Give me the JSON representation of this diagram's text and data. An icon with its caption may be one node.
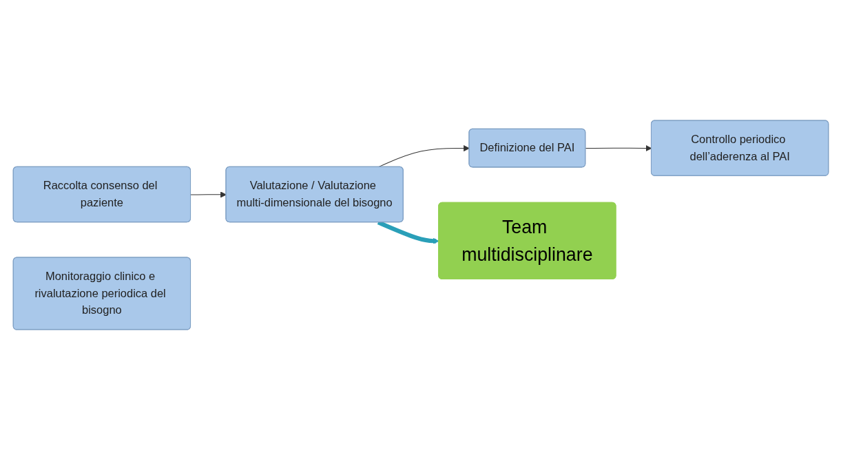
{
  "diagram": {
    "nodes": [
      {
        "text": [
          "Raccolta consenso del paziente"
        ]
      },
      {
        "text": [
          "Valutazione / Valutazione multi-dimensionale del bisogno"
        ]
      },
      {
        "text": [
          "Definizione del PAI"
        ]
      },
      {
        "text": [
          "Team multidisciplinare"
        ]
      },
      {
        "text": [
          "Monitoraggio clinico e rivalutazione periodica del bisogno"
        ]
      },
      {
        "text": [
          "Controllo periodico dell’aderenza al PAI"
        ]
      }
    ],
    "edges": [
      {
        "from": 0,
        "to": 1,
        "arrow": "to"
      },
      {
        "from": 1,
        "to": 3,
        "arrow": "to",
        "style": "thick",
        "color": "#2a9fb8"
      },
      {
        "from": 1,
        "to": 2,
        "arrow": "to"
      },
      {
        "from": 2,
        "to": 5,
        "arrow": "to"
      }
    ]
  }
}
